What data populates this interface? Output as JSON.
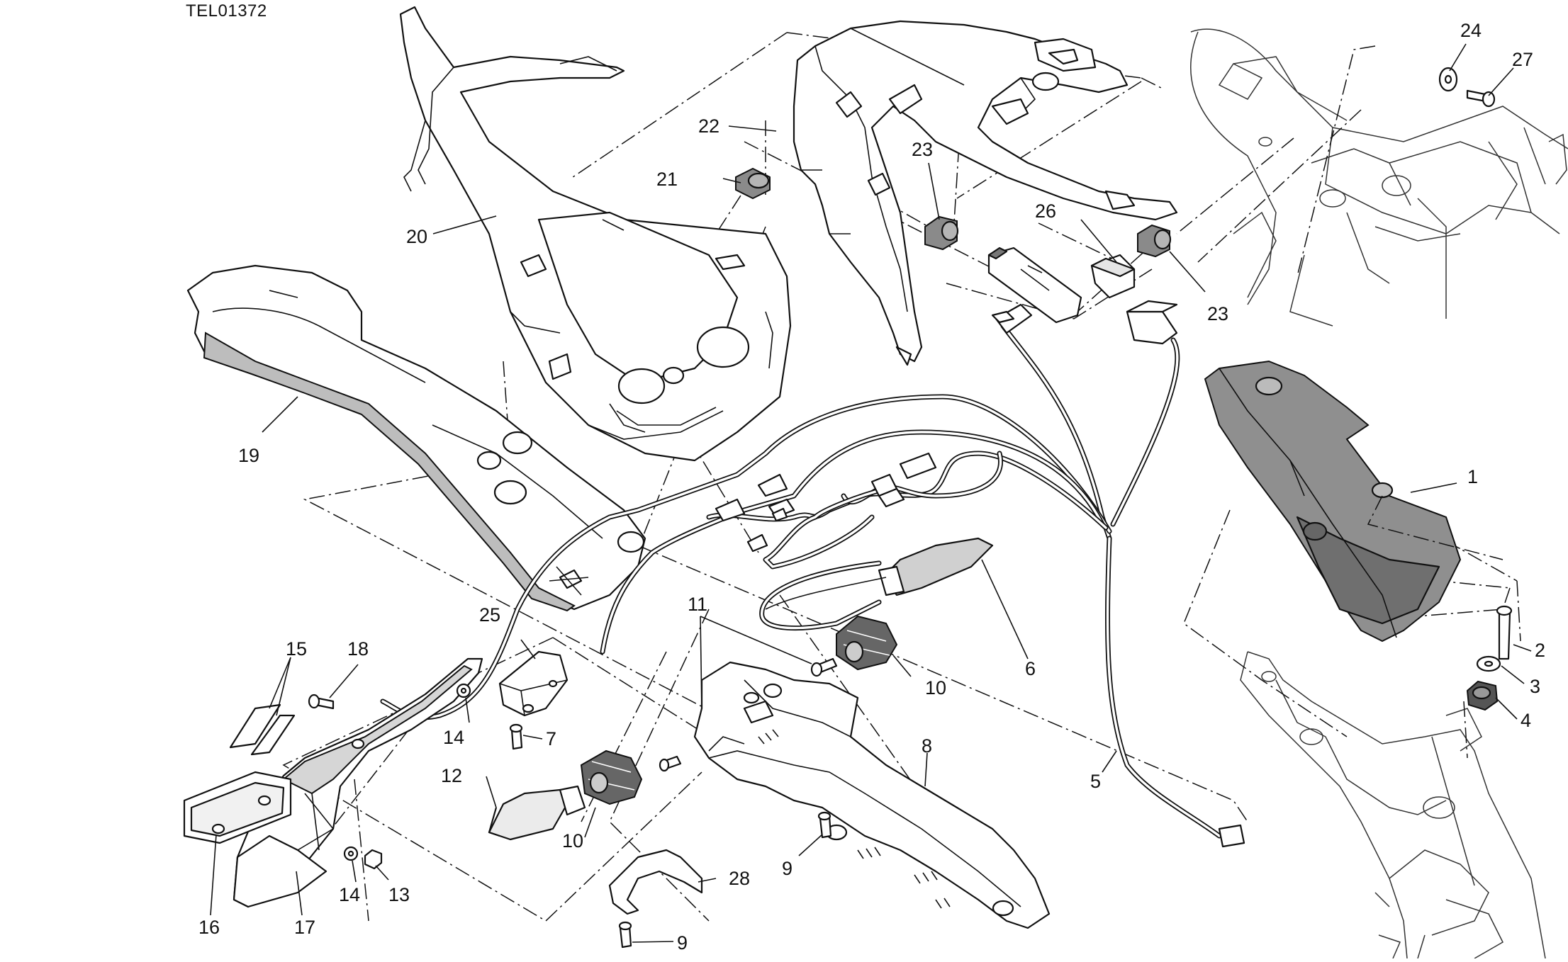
{
  "drawing": {
    "code": "TEL01372"
  },
  "callouts": [
    {
      "id": "c1",
      "label": "1"
    },
    {
      "id": "c2",
      "label": "2"
    },
    {
      "id": "c3",
      "label": "3"
    },
    {
      "id": "c4",
      "label": "4"
    },
    {
      "id": "c5",
      "label": "5"
    },
    {
      "id": "c6",
      "label": "6"
    },
    {
      "id": "c7",
      "label": "7"
    },
    {
      "id": "c8",
      "label": "8"
    },
    {
      "id": "c9a",
      "label": "9"
    },
    {
      "id": "c9b",
      "label": "9"
    },
    {
      "id": "c10a",
      "label": "10"
    },
    {
      "id": "c10b",
      "label": "10"
    },
    {
      "id": "c11",
      "label": "11"
    },
    {
      "id": "c12",
      "label": "12"
    },
    {
      "id": "c13",
      "label": "13"
    },
    {
      "id": "c14a",
      "label": "14"
    },
    {
      "id": "c14b",
      "label": "14"
    },
    {
      "id": "c15",
      "label": "15"
    },
    {
      "id": "c16",
      "label": "16"
    },
    {
      "id": "c17",
      "label": "17"
    },
    {
      "id": "c18",
      "label": "18"
    },
    {
      "id": "c19",
      "label": "19"
    },
    {
      "id": "c20",
      "label": "20"
    },
    {
      "id": "c21",
      "label": "21"
    },
    {
      "id": "c22",
      "label": "22"
    },
    {
      "id": "c23a",
      "label": "23"
    },
    {
      "id": "c23b",
      "label": "23"
    },
    {
      "id": "c24",
      "label": "24"
    },
    {
      "id": "c25",
      "label": "25"
    },
    {
      "id": "c26",
      "label": "26"
    },
    {
      "id": "c27",
      "label": "27"
    },
    {
      "id": "c28",
      "label": "28"
    }
  ]
}
